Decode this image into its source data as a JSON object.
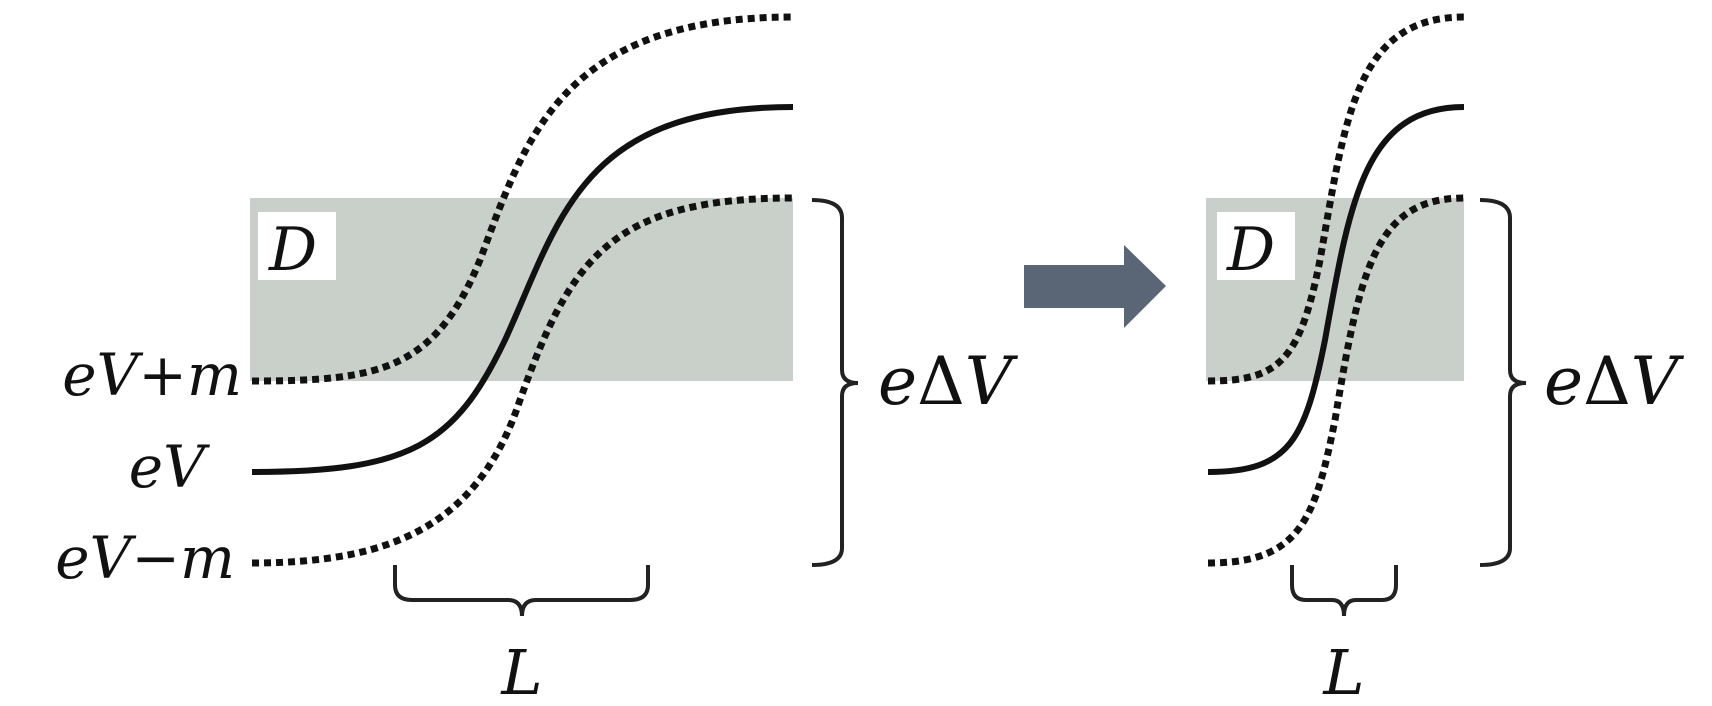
{
  "colors": {
    "curve": "#111111",
    "region_fill": "#c9cfc9",
    "brace": "#222222",
    "arrow": "#5a6675",
    "label_box": "#ffffff"
  },
  "left_panel": {
    "region_label": "D",
    "labels": {
      "upper": "eV+m",
      "middle": "eV",
      "lower": "eV−m"
    },
    "brace_right_label_prefix": "e",
    "brace_right_label_delta": "Δ",
    "brace_right_label_suffix": "V",
    "brace_bottom_label": "L"
  },
  "right_panel": {
    "region_label": "D",
    "brace_right_label_prefix": "e",
    "brace_right_label_delta": "Δ",
    "brace_right_label_suffix": "V",
    "brace_bottom_label": "L"
  },
  "transition_arrow": {
    "icon": "right-arrow-icon"
  }
}
